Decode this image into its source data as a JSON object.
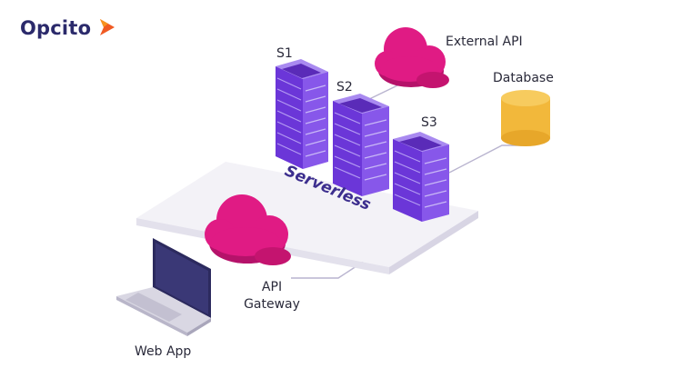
{
  "brand": {
    "name": "Opcito"
  },
  "diagram": {
    "platform_label": "Serverless",
    "servers": [
      "S1",
      "S2",
      "S3"
    ],
    "external_api": "External API",
    "database": "Database",
    "gateway_line1": "API",
    "gateway_line2": "Gateway",
    "client": "Web App"
  },
  "colors": {
    "server_purple": "#7b3fe4",
    "cloud_pink": "#e01b84",
    "database_yellow": "#f2b83b",
    "laptop_navy": "#2c2a5e",
    "connector_gray": "#b9b4cf"
  }
}
